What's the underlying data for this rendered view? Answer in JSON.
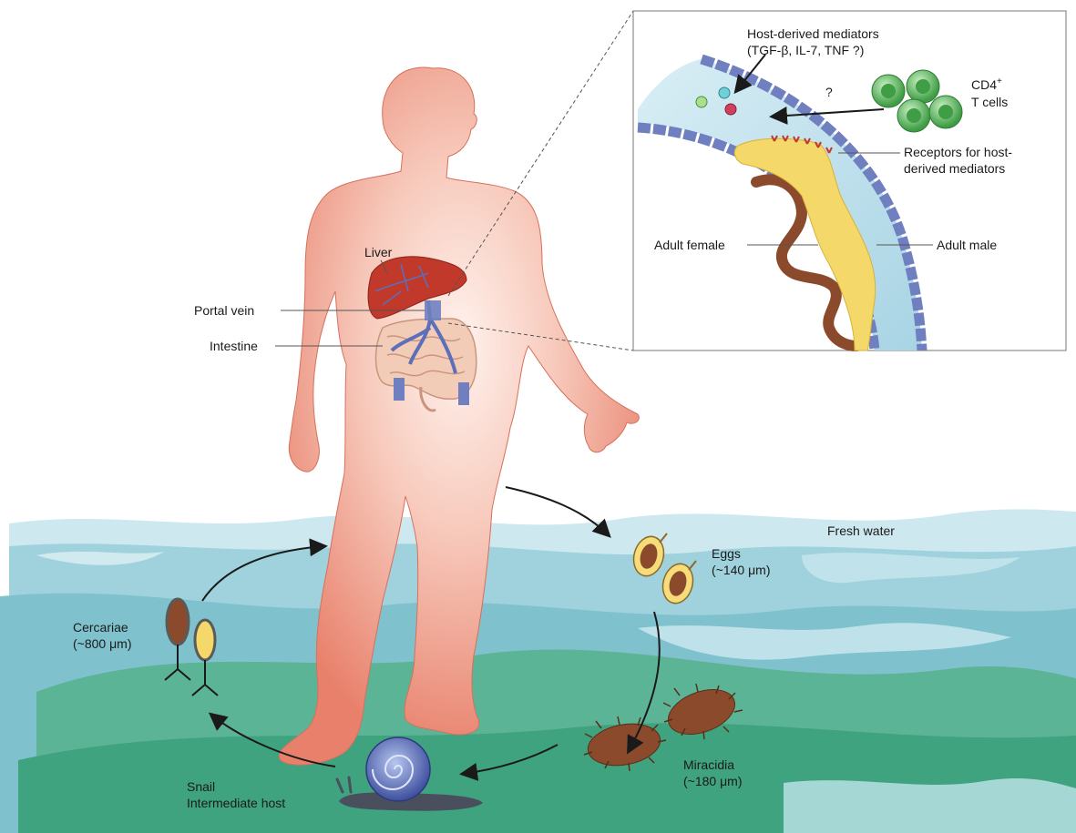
{
  "inset": {
    "mediators_title": "Host-derived mediators",
    "mediators_list": "(TGF-β, IL-7, TNF ?)",
    "cd4_line1": "CD4",
    "cd4_sup": "+",
    "cd4_line2": "T cells",
    "question_mark": "?",
    "receptors_line1": "Receptors for host-",
    "receptors_line2": "derived mediators",
    "adult_female": "Adult female",
    "adult_male": "Adult male"
  },
  "body_labels": {
    "liver": "Liver",
    "portal_vein": "Portal vein",
    "intestine": "Intestine"
  },
  "cycle": {
    "fresh_water": "Fresh water",
    "eggs_line1": "Eggs",
    "eggs_line2": "(~140 μm)",
    "miracidia_line1": "Miracidia",
    "miracidia_line2": "(~180 μm)",
    "snail_line1": "Snail",
    "snail_line2": "Intermediate host",
    "cercariae_line1": "Cercariae",
    "cercariae_line2": "(~800 μm)"
  },
  "colors": {
    "skin": "#e88f7e",
    "water_light": "#b9dfe8",
    "water_mid": "#8ec9d4",
    "water_green": "#3fa882",
    "liver": "#c0392b",
    "vessel": "#6f7fc0",
    "male_worm": "#f5d86a",
    "female_worm": "#8b4a2b",
    "t_cell": "#5fbf62"
  }
}
